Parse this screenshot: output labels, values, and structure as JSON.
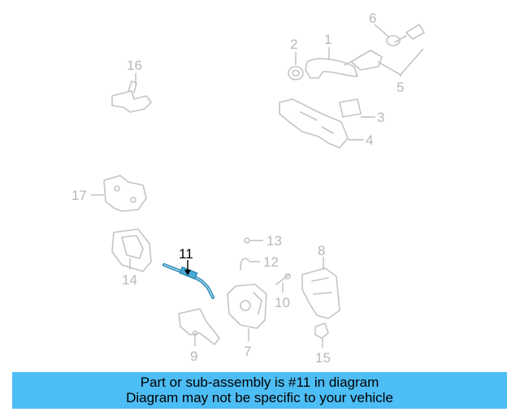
{
  "callouts": {
    "c1": "1",
    "c2": "2",
    "c3": "3",
    "c4": "4",
    "c5": "5",
    "c6": "6",
    "c7": "7",
    "c8": "8",
    "c9": "9",
    "c10": "10",
    "c11": "11",
    "c12": "12",
    "c13": "13",
    "c14": "14",
    "c15": "15",
    "c16": "16",
    "c17": "17"
  },
  "banner": {
    "line1": "Part or sub-assembly is #11 in diagram",
    "line2": "Diagram may not be specific to your vehicle"
  },
  "colors": {
    "banner_bg": "#4dbdf5",
    "highlight_part": "#1a7fa8",
    "faded_part": "#c4c4c4"
  }
}
